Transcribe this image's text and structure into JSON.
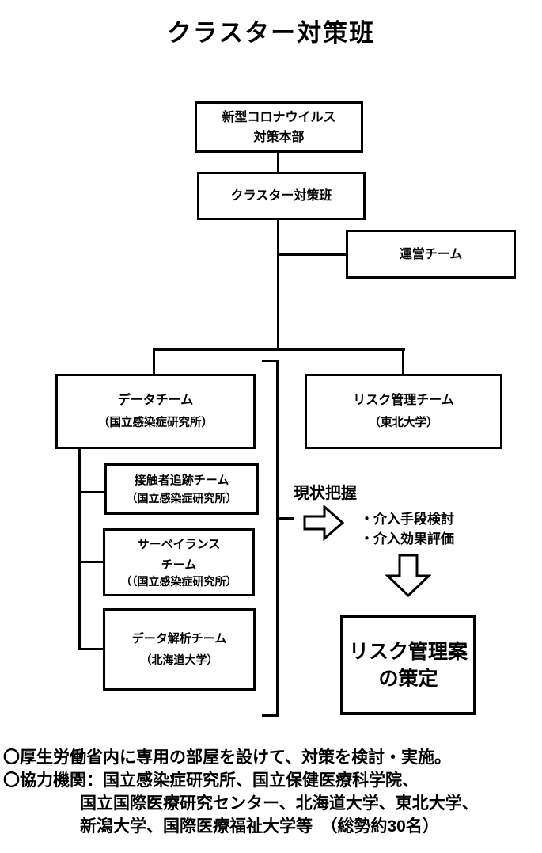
{
  "title": "クラスター対策班",
  "org": {
    "headquarters": {
      "line1": "新型コロナウイルス",
      "line2": "対策本部"
    },
    "cluster_team": {
      "label": "クラスター対策班"
    },
    "operations_team": {
      "label": "運営チーム"
    },
    "data_team": {
      "label": "データチーム",
      "affiliation": "（国立感染症研究所）"
    },
    "risk_management_team": {
      "label": "リスク管理チーム",
      "affiliation": "（東北大学）"
    },
    "contact_tracing_team": {
      "label": "接触者追跡チーム",
      "affiliation": "（国立感染症研究所）"
    },
    "surveillance_team": {
      "line1": "サーベイランス",
      "line2": "チーム",
      "affiliation": "（（国立感染症研究所）"
    },
    "data_analysis_team": {
      "label": "データ解析チーム",
      "affiliation": "（北海道大学）"
    }
  },
  "flow": {
    "current_status_label": "現状把握",
    "bullet1": "・介入手段検討",
    "bullet2": "・介入効果評価",
    "outcome": {
      "line1": "リスク管理案",
      "line2": "の策定"
    }
  },
  "notes": {
    "line1": "〇厚生労働省内に専用の部屋を設けて、対策を検討・実施。",
    "line2": "〇協力機関：国立感染症研究所、国立保健医療科学院、",
    "line3": "国立国際医療研究センター、北海道大学、東北大学、",
    "line4": "新潟大学、国際医療福祉大学等　（総勢約30名）"
  },
  "colors": {
    "line": "#000000",
    "background": "#ffffff",
    "text": "#000000"
  }
}
